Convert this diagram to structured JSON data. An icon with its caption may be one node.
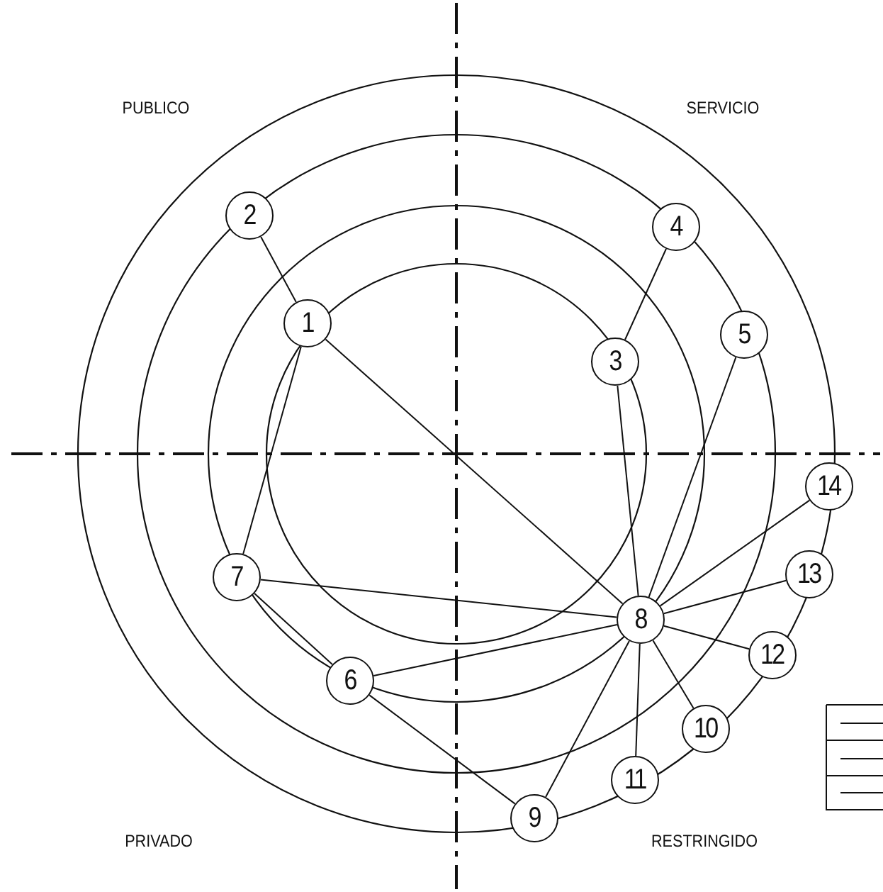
{
  "diagram": {
    "nodes": [
      {
        "text": [
          "1"
        ]
      },
      {
        "text": [
          "2"
        ]
      },
      {
        "text": [
          "3"
        ]
      },
      {
        "text": [
          "4"
        ]
      },
      {
        "text": [
          "5"
        ]
      },
      {
        "text": [
          "6"
        ]
      },
      {
        "text": [
          "7"
        ]
      },
      {
        "text": [
          "8"
        ]
      },
      {
        "text": [
          "9"
        ]
      },
      {
        "text": [
          "10"
        ]
      },
      {
        "text": [
          "11"
        ]
      },
      {
        "text": [
          "12"
        ]
      },
      {
        "text": [
          "13"
        ]
      },
      {
        "text": [
          "14"
        ]
      }
    ],
    "edges": [
      {
        "from": 1,
        "to": 0,
        "arrow": "none"
      },
      {
        "from": 0,
        "to": 7,
        "arrow": "none"
      },
      {
        "from": 0,
        "to": 6,
        "arrow": "none"
      },
      {
        "from": 3,
        "to": 2,
        "arrow": "none"
      },
      {
        "from": 2,
        "to": 7,
        "arrow": "none"
      },
      {
        "from": 4,
        "to": 7,
        "arrow": "none"
      },
      {
        "from": 6,
        "to": 7,
        "arrow": "none"
      },
      {
        "from": 6,
        "to": 5,
        "arrow": "none"
      },
      {
        "from": 5,
        "to": 8,
        "arrow": "none"
      },
      {
        "from": 5,
        "to": 7,
        "arrow": "none"
      },
      {
        "from": 8,
        "to": 7,
        "arrow": "none"
      },
      {
        "from": 10,
        "to": 7,
        "arrow": "none"
      },
      {
        "from": 9,
        "to": 7,
        "arrow": "none"
      },
      {
        "from": 11,
        "to": 7,
        "arrow": "none"
      },
      {
        "from": 12,
        "to": 7,
        "arrow": "none"
      },
      {
        "from": 13,
        "to": 7,
        "arrow": "none"
      }
    ],
    "labels": [
      "PUBLICO",
      "SERVICIO",
      "PRIVADO",
      "RESTRINGIDO"
    ]
  }
}
